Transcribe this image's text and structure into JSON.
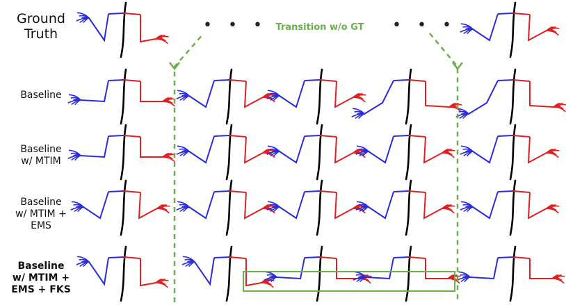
{
  "row_labels": {
    "gt": "Ground\nTruth",
    "baseline": "Baseline",
    "baseline_mtim": "Baseline\nw/ MTIM",
    "baseline_mtim_ems": "Baseline\nw/ MTIM +\nEMS",
    "baseline_mtim_ems_fks": "Baseline\nw/ MTIM +\nEMS + FKS"
  },
  "transition_label": "Transition w/o GT",
  "ellipsis": "• • •",
  "colors": {
    "left_arm": "#2b2bd9",
    "right_arm": "#e02020",
    "spine": "#000000",
    "transition_box": "#6ab04c",
    "highlight_box": "#6ab04c"
  }
}
